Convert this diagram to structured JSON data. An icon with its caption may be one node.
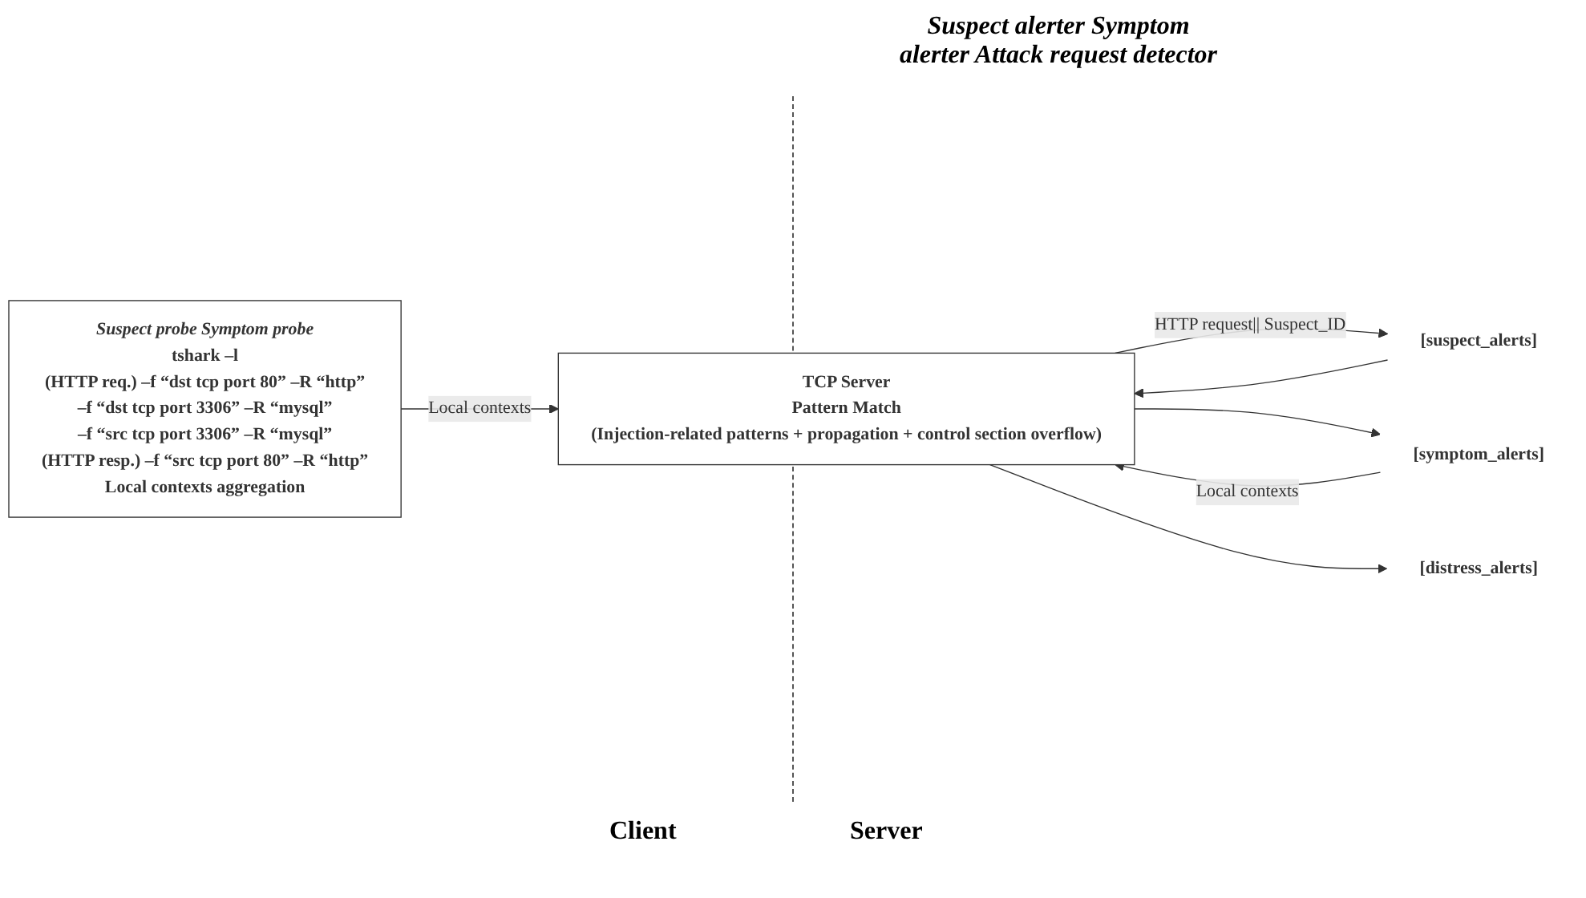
{
  "diagram": {
    "nodes": [
      {
        "text": [
          "Suspect probe Symptom probe",
          "tshark –l",
          "(HTTP req.) –f “dst tcp port 80” –R “http”",
          "–f “dst tcp port 3306” –R “mysql”",
          "–f “src tcp port 3306” –R “mysql”",
          "(HTTP resp.) –f “src tcp port 80” –R “http”",
          "Local contexts aggregation"
        ]
      },
      {
        "text": [
          "[suspect_alerts]"
        ]
      },
      {
        "text": [
          "[symptom_alerts]"
        ]
      },
      {
        "text": [
          "TCP Server",
          "Pattern Match",
          "(Injection-related patterns + propagation + control section overflow)"
        ]
      },
      {
        "text": [
          "[distress_alerts]"
        ]
      }
    ],
    "edges": [
      {
        "from": 0,
        "to": 3,
        "arrow": "to",
        "label": "Local contexts"
      },
      {
        "from": 3,
        "to": 1,
        "arrow": "to",
        "label": "HTTP request|| Suspect_ID"
      },
      {
        "from": 1,
        "to": 3,
        "arrow": "to"
      },
      {
        "from": 3,
        "to": 2,
        "arrow": "to"
      },
      {
        "from": 2,
        "to": 3,
        "arrow": "to",
        "label": "Local contexts"
      },
      {
        "from": 3,
        "to": 4,
        "arrow": "to"
      }
    ],
    "labels": [
      "Suspect alerter Symptom alerter Attack request detector",
      "Client",
      "Server"
    ]
  }
}
